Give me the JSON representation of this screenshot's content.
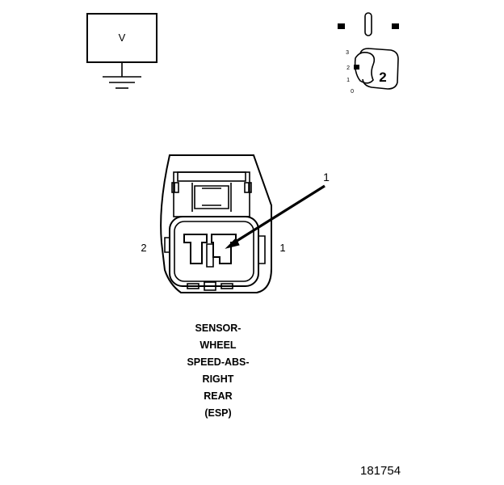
{
  "meter": {
    "label": "V"
  },
  "key_switch": {
    "positions": [
      "3",
      "2",
      "1",
      "0"
    ],
    "selected": "2"
  },
  "connector": {
    "pin_left": "2",
    "pin_right": "1",
    "callout": "1"
  },
  "caption_lines": [
    "SENSOR-",
    "WHEEL",
    "SPEED-ABS-",
    "RIGHT",
    "REAR",
    "(ESP)"
  ],
  "figure_number": "181754"
}
